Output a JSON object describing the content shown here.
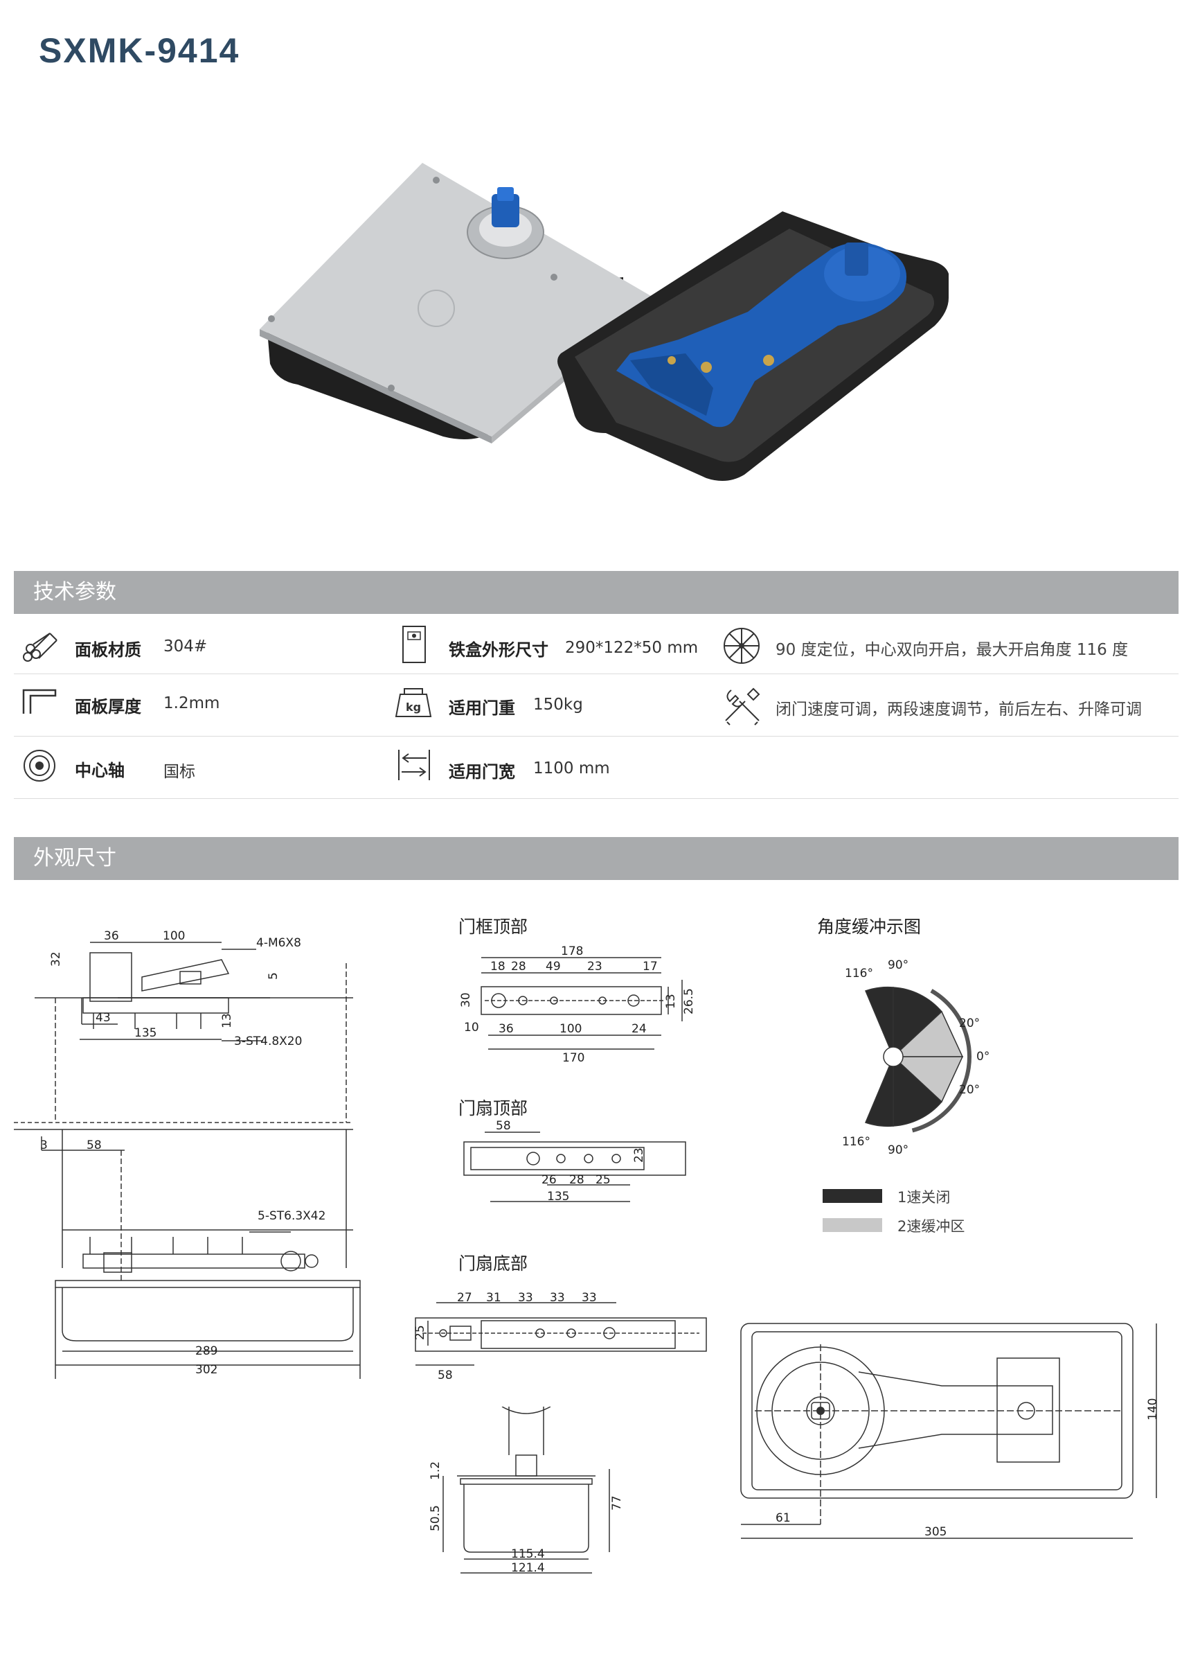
{
  "model": "SXMK-9414",
  "sections": {
    "tech": "技术参数",
    "dims": "外观尺寸"
  },
  "specs": {
    "panel_material": {
      "label": "面板材质",
      "value": "304#"
    },
    "panel_thickness": {
      "label": "面板厚度",
      "value": "1.2mm"
    },
    "center_axis": {
      "label": "中心轴",
      "value": "国标"
    },
    "box_size": {
      "label": "铁盒外形尺寸",
      "value": "290*122*50 mm"
    },
    "door_weight": {
      "label": "适用门重",
      "value": "150kg"
    },
    "door_width": {
      "label": "适用门宽",
      "value": "1100 mm"
    },
    "feature1": "90 度定位，中心双向开启，最大开启角度 116 度",
    "feature2": "闭门速度可调，两段速度调节，前后左右、升降可调"
  },
  "icons": {
    "panel_material": "material-rods-icon",
    "panel_thickness": "thickness-icon",
    "center_axis": "axis-icon",
    "box_size": "box-icon",
    "door_weight": "weight-kg-icon",
    "door_width": "width-arrows-icon",
    "feature1": "angle-wheel-icon",
    "feature2": "tools-icon"
  },
  "diagram_titles": {
    "frame_top": "门框顶部",
    "leaf_top": "门扇顶部",
    "leaf_bottom": "门扇底部",
    "angle": "角度缓冲示图"
  },
  "left_drawing": {
    "d36": "36",
    "d100": "100",
    "screw1": "4-M6X8",
    "d32": "32",
    "d5": "5",
    "d43": "43",
    "d135": "135",
    "d13": "13",
    "screw2": "3-ST4.8X20",
    "d3": "3",
    "d58": "58",
    "screw3": "5-ST6.3X42",
    "d289": "289",
    "d302": "302"
  },
  "frame_top": {
    "d178": "178",
    "d18": "18",
    "d28": "28",
    "d49": "49",
    "d23": "23",
    "d17": "17",
    "d30": "30",
    "d10": "10",
    "d13": "13",
    "d26_5": "26.5",
    "d36": "36",
    "d100": "100",
    "d24": "24",
    "d170": "170"
  },
  "leaf_top": {
    "d58": "58",
    "d23": "23",
    "d26": "26",
    "d28": "28",
    "d25": "25",
    "d135": "135"
  },
  "leaf_bottom": {
    "d27": "27",
    "d31": "31",
    "d33a": "33",
    "d33b": "33",
    "d33c": "33",
    "d25": "25",
    "d58": "58"
  },
  "section_view": {
    "d1_2": "1.2",
    "d50_5": "50.5",
    "d77": "77",
    "d115_4": "115.4",
    "d121_4": "121.4"
  },
  "plan_view": {
    "d140": "140",
    "d61": "61",
    "d305": "305"
  },
  "angle_diagram": {
    "a90_top": "90°",
    "a116_top": "116°",
    "a20_top": "20°",
    "a0": "0°",
    "a20_bot": "20°",
    "a116_bot": "116°",
    "a90_bot": "90°"
  },
  "legend": [
    {
      "label": "1速关闭",
      "color": "#2b2b2b"
    },
    {
      "label": "2速缓冲区",
      "color": "#c8c8c8"
    }
  ],
  "colors": {
    "title": "#2f4a63",
    "bar": "#a9abad",
    "closer_blue": "#1f5fb8"
  }
}
